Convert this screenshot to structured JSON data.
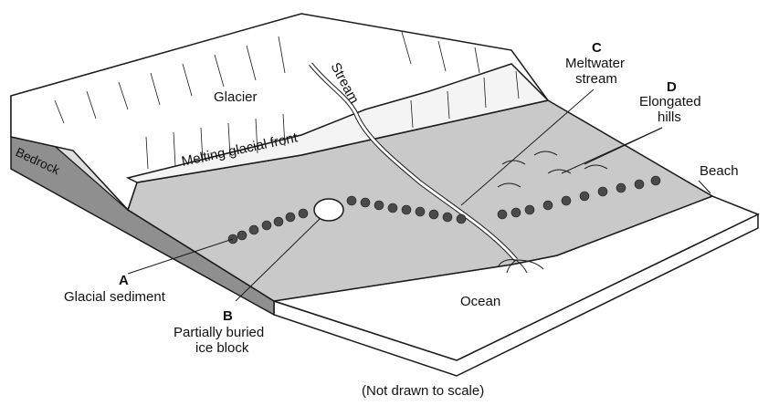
{
  "labels": {
    "glacier": "Glacier",
    "stream": "Stream",
    "melting_front": "Melting glacial front",
    "bedrock": "Bedrock",
    "c_letter": "C",
    "c_line1": "Meltwater",
    "c_line2": "stream",
    "d_letter": "D",
    "d_line1": "Elongated",
    "d_line2": "hills",
    "beach": "Beach",
    "a_letter": "A",
    "a_text": "Glacial sediment",
    "b_letter": "B",
    "b_line1": "Partially buried",
    "b_line2": "ice block",
    "ocean": "Ocean",
    "note": "(Not drawn to scale)"
  },
  "colors": {
    "outline": "#1a1a1a",
    "plain": "#c9c9c9",
    "plain_dark": "#b5b5b5",
    "glacier": "#ffffff",
    "bedrock": "#8f8f8f",
    "sediment": "#dedede",
    "ocean": "#ffffff",
    "rock": "#4a4a4a"
  }
}
